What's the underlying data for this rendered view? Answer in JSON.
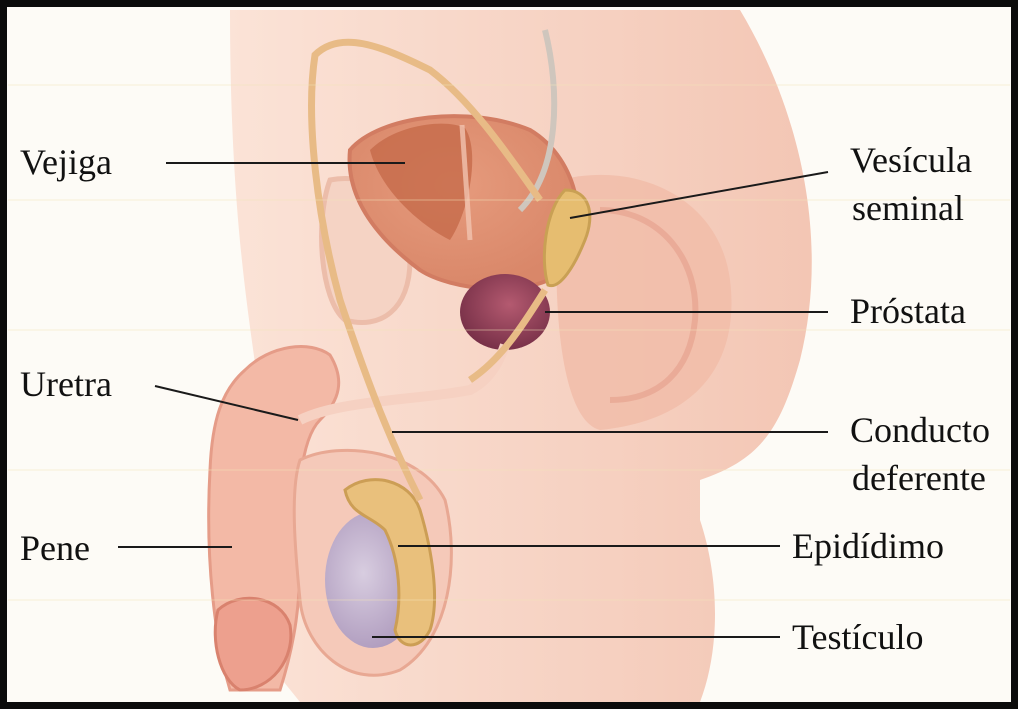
{
  "labels": {
    "vejiga": "Vejiga",
    "vesicula_line1": "Vesícula",
    "vesicula_line2": "seminal",
    "prostata": "Próstata",
    "uretra": "Uretra",
    "conducto_line1": "Conducto",
    "conducto_line2": "deferente",
    "pene": "Pene",
    "epididimo": "Epidídimo",
    "testiculo": "Testículo"
  },
  "colors": {
    "skin": "#f8d6c6",
    "skin_shadow": "#eeb7a4",
    "bladder": "#e9a182",
    "bladder_inner": "#c9734f",
    "prostate": "#8e3f56",
    "vas": "#e8bb86",
    "epididymis": "#e7c27c",
    "testis": "#b9a6c6",
    "leader": "#1a1a1a"
  }
}
